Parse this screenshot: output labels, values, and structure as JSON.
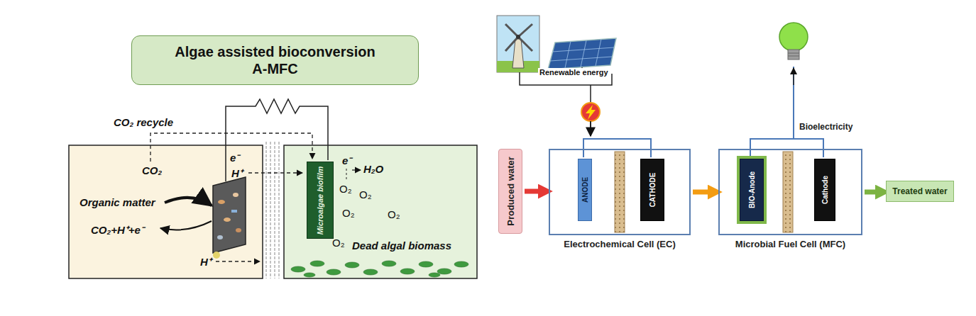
{
  "diagram": {
    "nodes": [
      {
        "text": [
          "Algae assisted bioconversion A-MFC"
        ]
      },
      {
        "text": [
          "Microalgae biofilm"
        ]
      },
      {
        "text": [
          "Produced water"
        ]
      },
      {
        "text": [
          "Electrochemical Cell (EC)"
        ]
      },
      {
        "text": [
          "ANODE"
        ],
        "in": 3
      },
      {
        "text": [
          "CATHODE"
        ],
        "in": 3
      },
      {
        "text": [
          "Microbial Fuel Cell (MFC)"
        ]
      },
      {
        "text": [
          "BIO-Anode"
        ],
        "in": 6
      },
      {
        "text": [
          "Cathode"
        ],
        "in": 6
      },
      {
        "text": [
          "Treated water"
        ]
      }
    ],
    "edges": [
      {
        "from": 2,
        "to": 3,
        "arrow": "to"
      },
      {
        "from": 3,
        "to": 6,
        "arrow": "to"
      },
      {
        "from": 6,
        "to": 9,
        "arrow": "to"
      }
    ],
    "labels": [
      "CO₂ recycle",
      "CO₂",
      "e⁻",
      "H⁺",
      "Organic matter",
      "CO₂+H⁺+e⁻",
      "H⁺",
      "e⁻",
      "H₂O",
      "O₂",
      "O₂",
      "O₂",
      "O₂",
      "O₂",
      "Dead algal biomass",
      "Renewable energy",
      "Bioelectricity"
    ]
  }
}
